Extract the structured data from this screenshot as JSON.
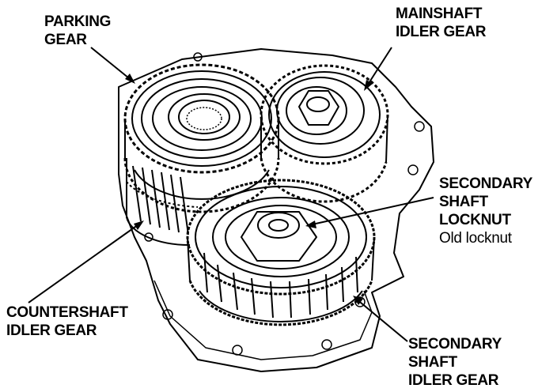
{
  "figure": {
    "labels": {
      "parking_gear": [
        "PARKING",
        "GEAR"
      ],
      "mainshaft_idler_gear": [
        "MAINSHAFT",
        "IDLER GEAR"
      ],
      "secondary_shaft_locknut": [
        "SECONDARY",
        "SHAFT",
        "LOCKNUT"
      ],
      "secondary_shaft_locknut_note": "Old locknut",
      "countershaft_idler_gear": [
        "COUNTERSHAFT",
        "IDLER GEAR"
      ],
      "secondary_shaft_idler_gear": [
        "SECONDARY",
        "SHAFT",
        "IDLER GEAR"
      ]
    },
    "colors": {
      "ink": "#000000",
      "paper": "#ffffff"
    }
  }
}
